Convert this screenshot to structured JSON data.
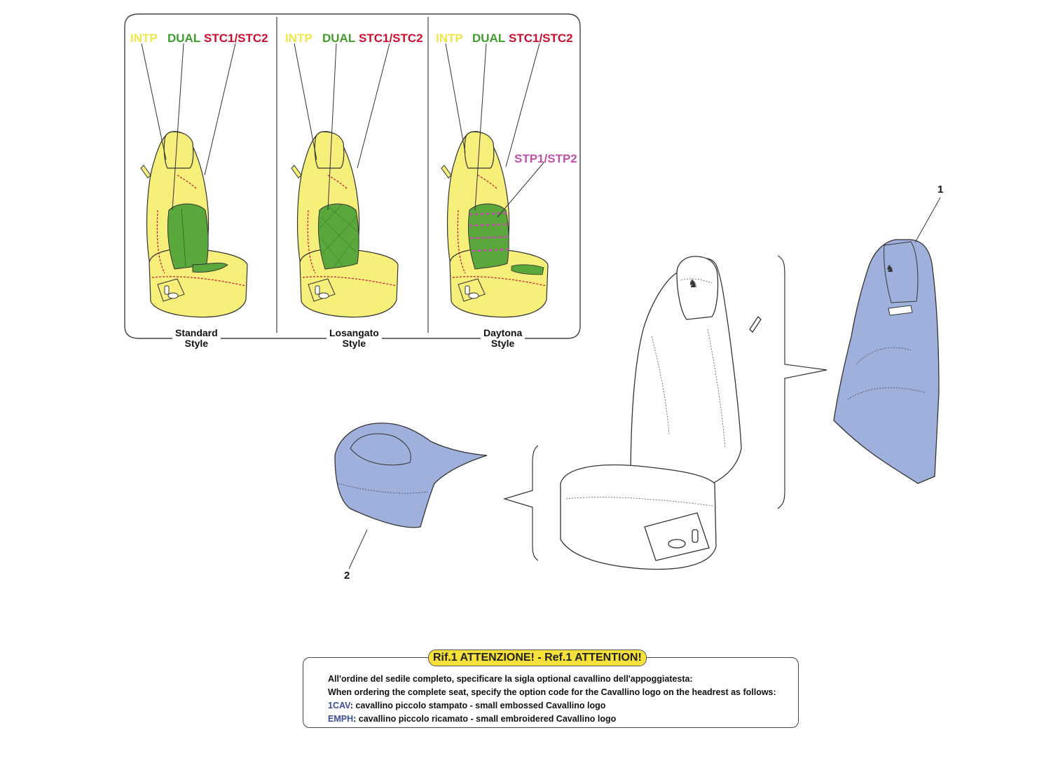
{
  "insets": [
    {
      "style_label": [
        "Standard",
        "Style"
      ],
      "codes": {
        "intp": "INTP",
        "dual": "DUAL",
        "stc": "STC1/STC2"
      }
    },
    {
      "style_label": [
        "Losangato",
        "Style"
      ],
      "codes": {
        "intp": "INTP",
        "dual": "DUAL",
        "stc": "STC1/STC2"
      }
    },
    {
      "style_label": [
        "Daytona",
        "Style"
      ],
      "codes": {
        "intp": "INTP",
        "dual": "DUAL",
        "stc": "STC1/STC2"
      },
      "extra_code": "STP1/STP2"
    }
  ],
  "callouts": {
    "part1": "1",
    "part2": "2"
  },
  "note": {
    "title": "Rif.1 ATTENZIONE! - Ref.1 ATTENTION!",
    "line1": "All'ordine del sedile completo, specificare la sigla optional cavallino dell'appoggiatesta:",
    "line2": "When ordering the complete seat, specify the option code for the Cavallino logo on the headrest as follows:",
    "options": [
      {
        "code": "1CAV",
        "text": ": cavallino piccolo stampato - small embossed Cavallino logo"
      },
      {
        "code": "EMPH",
        "text": ": cavallino piccolo ricamato - small embroidered Cavallino logo"
      }
    ]
  },
  "colors": {
    "intp": "#f0e64a",
    "dual": "#3f9e2c",
    "stc": "#c8102e",
    "stp": "#c052a8",
    "part_fill": "#9fb0dc",
    "code_text": "#3a4e9c",
    "seat_yellow": "#f6ef7a",
    "seat_green": "#5aa83c"
  }
}
